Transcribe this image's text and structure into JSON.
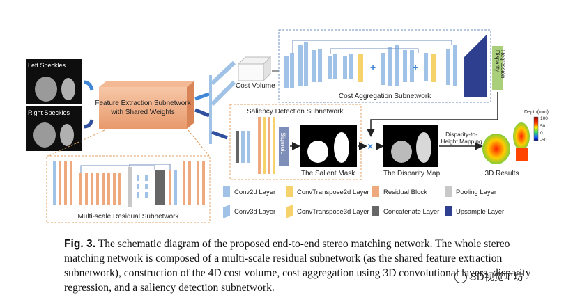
{
  "figure": {
    "left_speckles": "Left Speckles",
    "right_speckles": "Right Speckles",
    "feature_extraction": [
      "Feature Extraction Subnetwork",
      "with Shared Weights"
    ],
    "cost_volume": "Cost Volume",
    "cost_aggregation": "Cost Aggregation Subnetwork",
    "disparity_regression": [
      "Disparity",
      "Regression"
    ],
    "saliency_detection": "Saliency Detection Subnetwork",
    "sigmoid": "Sigmoid",
    "salient_mask": "The Salient Mask",
    "disparity_map": "The Disparity Map",
    "disparity_to_height": [
      "Disparity-to-",
      "Height Mapping"
    ],
    "results_3d": "3D Results",
    "colorbar_title": "Depth(mm)",
    "colorbar_ticks": [
      "100",
      "50",
      "0",
      "-50"
    ],
    "multiscale_residual": "Multi-scale Residual Subnetwork",
    "plus_sign": "+",
    "times_sign": "×"
  },
  "legend": [
    {
      "label": "Conv2d Layer",
      "color": "#9fc2e6"
    },
    {
      "label": "ConvTranspose2d Layer",
      "color": "#f5d36a"
    },
    {
      "label": "Residual Block",
      "color": "#eea97f"
    },
    {
      "label": "Pooling Layer",
      "color": "#c8c8c8"
    },
    {
      "label": "Conv3d Layer",
      "color": "#9fc2e6"
    },
    {
      "label": "ConvTranspose3d Layer",
      "color": "#f5d36a"
    },
    {
      "label": "Concatenate Layer",
      "color": "#666666"
    },
    {
      "label": "Upsample Layer",
      "color": "#2f3f8f"
    }
  ],
  "caption": {
    "label": "Fig. 3.",
    "text": "The schematic diagram of the proposed end-to-end stereo matching network. The whole stereo matching network is composed of a multi-scale residual subnetwork (as the shared feature extraction subnetwork), construction of the 4D cost volume, cost aggregation using 3D convolutional layers, disparity regression, and a saliency detection subnetwork."
  },
  "watermark": "3D视觉工坊"
}
